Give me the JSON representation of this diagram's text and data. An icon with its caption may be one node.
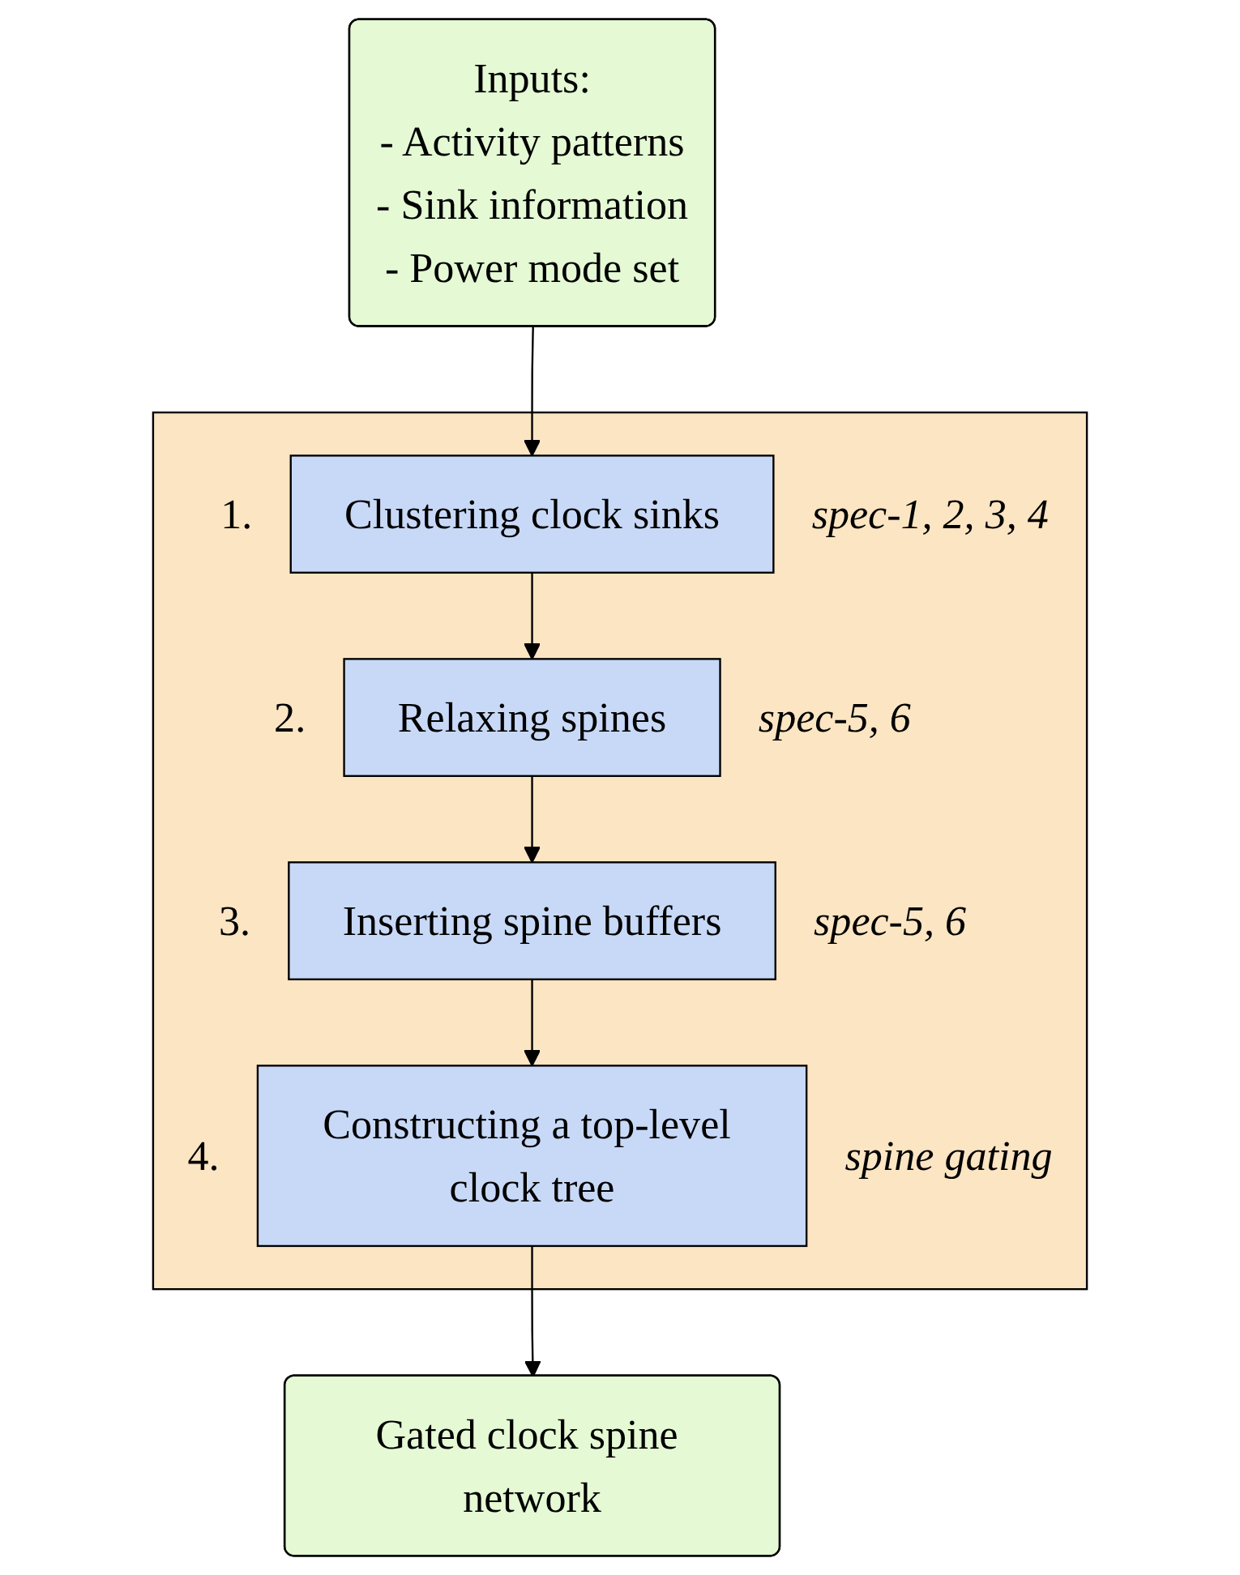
{
  "diagram": {
    "nodes": [
      {
        "text": [
          "Inputs:",
          "- Activity patterns",
          "- Sink information",
          "- Power mode set"
        ]
      },
      {
        "text": [],
        "shape": "box"
      },
      {
        "text": [
          "Clustering clock sinks"
        ],
        "in": 1,
        "beside": [
          "1.",
          "spec-1, 2, 3, 4"
        ]
      },
      {
        "text": [
          "Relaxing spines"
        ],
        "in": 1,
        "beside": [
          "2.",
          "spec-5, 6"
        ]
      },
      {
        "text": [
          "Inserting spine buffers"
        ],
        "in": 1,
        "beside": [
          "3.",
          "spec-5, 6"
        ]
      },
      {
        "text": [
          "Constructing a top-level clock tree"
        ],
        "in": 1,
        "beside": [
          "4.",
          "spine gating"
        ]
      },
      {
        "text": [
          "Gated clock spine network"
        ]
      }
    ],
    "edges": [
      {
        "from": 0,
        "to": 2,
        "arrow": "to"
      },
      {
        "from": 2,
        "to": 3,
        "arrow": "to"
      },
      {
        "from": 3,
        "to": 4,
        "arrow": "to"
      },
      {
        "from": 4,
        "to": 5,
        "arrow": "to"
      },
      {
        "from": 5,
        "to": 6,
        "arrow": "to"
      }
    ]
  }
}
